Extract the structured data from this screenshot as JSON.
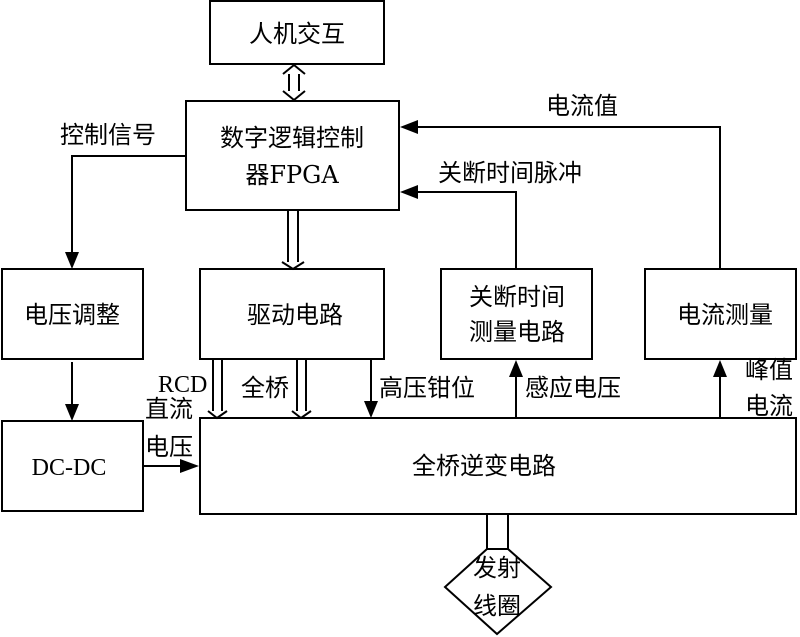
{
  "diagram": {
    "title": "",
    "nodes": {
      "hmi": {
        "label": "人机交互"
      },
      "fpga": {
        "label_line1": "数字逻辑控制",
        "label_line2": "器FPGA"
      },
      "voltage_adjust": {
        "label": "电压调整"
      },
      "driver": {
        "label": "驱动电路"
      },
      "turnoff_measure": {
        "label_line1": "关断时间",
        "label_line2": "测量电路"
      },
      "current_measure": {
        "label": "电流测量"
      },
      "dcdc": {
        "label": "DC-DC"
      },
      "inverter": {
        "label": "全桥逆变电路"
      },
      "tx_coil": {
        "label_line1": "发射",
        "label_line2": "线圈"
      }
    },
    "edge_labels": {
      "control_signal": "控制信号",
      "current_value": "电流值",
      "turnoff_pulse": "关断时间脉冲",
      "rcd": "RCD",
      "full_bridge": "全桥",
      "hv_clamp": "高压钳位",
      "induced_voltage": "感应电压",
      "peak_current_line1": "峰值",
      "peak_current_line2": "电流",
      "dc_voltage_line1": "直流",
      "dc_voltage_line2": "电压"
    },
    "edges": [
      {
        "from": "hmi",
        "to": "fpga",
        "type": "bidirectional-double"
      },
      {
        "from": "fpga",
        "to": "voltage_adjust",
        "label": "控制信号",
        "type": "arrow"
      },
      {
        "from": "fpga",
        "to": "driver",
        "type": "double"
      },
      {
        "from": "current_measure",
        "to": "fpga",
        "label": "电流值",
        "type": "arrow"
      },
      {
        "from": "turnoff_measure",
        "to": "fpga",
        "label": "关断时间脉冲",
        "type": "arrow"
      },
      {
        "from": "voltage_adjust",
        "to": "dcdc",
        "type": "arrow"
      },
      {
        "from": "dcdc",
        "to": "inverter",
        "label": "直流电压",
        "type": "arrow"
      },
      {
        "from": "driver",
        "to": "inverter",
        "label": "RCD",
        "type": "double"
      },
      {
        "from": "driver",
        "to": "inverter",
        "label": "全桥",
        "type": "double"
      },
      {
        "from": "driver",
        "to": "inverter",
        "label": "高压钳位",
        "type": "arrow"
      },
      {
        "from": "inverter",
        "to": "turnoff_measure",
        "label": "感应电压",
        "type": "arrow"
      },
      {
        "from": "inverter",
        "to": "current_measure",
        "label": "峰值电流",
        "type": "arrow"
      },
      {
        "from": "inverter",
        "to": "tx_coil",
        "type": "double-line"
      }
    ]
  }
}
